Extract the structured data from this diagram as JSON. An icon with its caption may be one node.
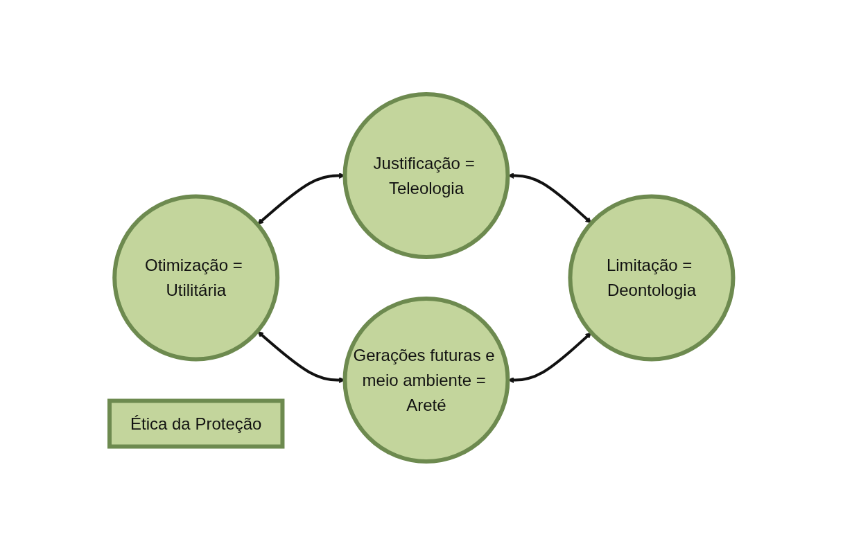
{
  "diagram": {
    "nodes": [
      {
        "text": [
          "Justificação = Teleologia"
        ]
      },
      {
        "text": [
          "Otimização = Utilitária"
        ]
      },
      {
        "text": [
          "Ética da Proteção"
        ]
      },
      {
        "text": [
          "Limitação = Deontologia"
        ]
      },
      {
        "text": [
          "Gerações futuras e meio ambiente = Areté"
        ]
      }
    ],
    "edges": [
      {
        "from": 1,
        "to": 0,
        "arrow": "both"
      },
      {
        "from": 0,
        "to": 3,
        "arrow": "both"
      },
      {
        "from": 1,
        "to": 4,
        "arrow": "both"
      },
      {
        "from": 4,
        "to": 3,
        "arrow": "both"
      }
    ]
  }
}
